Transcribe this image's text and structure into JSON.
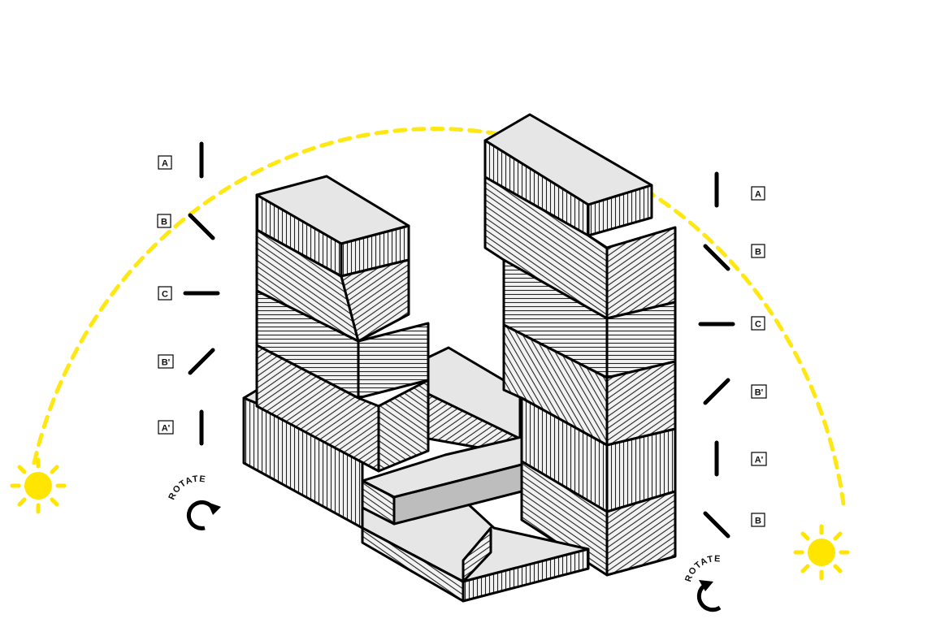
{
  "sun_path": {
    "color": "#FFE812"
  },
  "sun_color": "#FFE500",
  "left_legend": [
    "A",
    "B",
    "C",
    "B'",
    "A'"
  ],
  "right_legend": [
    "A",
    "B",
    "C",
    "B'",
    "A'",
    "B"
  ],
  "rotate_left": "ROTATE",
  "rotate_right": "ROTATE",
  "icons": [
    "sun-icon",
    "rotate-icon"
  ]
}
